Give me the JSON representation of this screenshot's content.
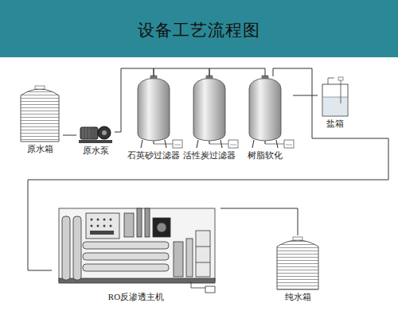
{
  "diagram": {
    "title": "设备工艺流程图",
    "nodes": [
      {
        "text": [
          "原水箱"
        ]
      },
      {
        "text": [
          "原水泵"
        ]
      },
      {
        "text": [
          "石英砂过滤器"
        ]
      },
      {
        "text": [
          "活性炭过滤器"
        ]
      },
      {
        "text": [
          "树脂软化"
        ]
      },
      {
        "text": [
          "盐箱"
        ]
      },
      {
        "text": [
          "RO反渗透主机"
        ]
      },
      {
        "text": [
          "纯水箱"
        ]
      }
    ],
    "edges": [
      {
        "from": 0,
        "to": 1,
        "arrow": "none"
      },
      {
        "from": 1,
        "to": 2,
        "arrow": "none"
      },
      {
        "from": 2,
        "to": 3,
        "arrow": "none"
      },
      {
        "from": 3,
        "to": 4,
        "arrow": "none"
      },
      {
        "from": 5,
        "to": 4,
        "arrow": "none"
      },
      {
        "from": 4,
        "to": 6,
        "arrow": "none"
      },
      {
        "from": 6,
        "to": 7,
        "arrow": "none"
      }
    ]
  }
}
